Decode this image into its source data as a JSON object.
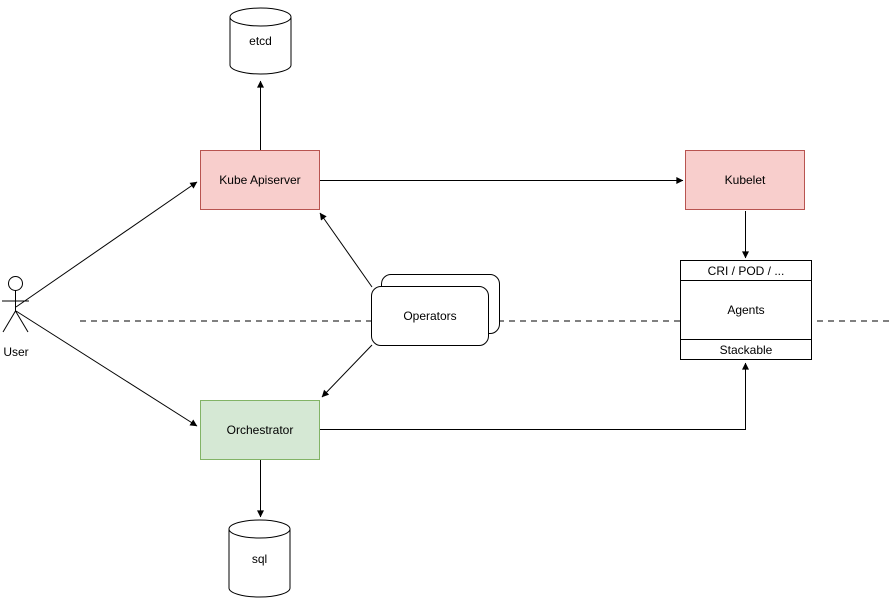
{
  "diagram": {
    "kind": "architecture-flowchart",
    "nodes": {
      "etcd": {
        "label": "etcd",
        "shape": "cylinder",
        "fill": "#ffffff",
        "stroke": "#000000"
      },
      "kube_apiserver": {
        "label": "Kube Apiserver",
        "shape": "rectangle",
        "fill": "#f8cecc",
        "stroke": "#b85450"
      },
      "kubelet": {
        "label": "Kubelet",
        "shape": "rectangle",
        "fill": "#f8cecc",
        "stroke": "#b85450"
      },
      "operators": {
        "label": "Operators",
        "shape": "stacked-rounded-rectangle",
        "fill": "#ffffff",
        "stroke": "#000000"
      },
      "orchestrator": {
        "label": "Orchestrator",
        "shape": "rectangle",
        "fill": "#d5e8d4",
        "stroke": "#82b366"
      },
      "agents": {
        "header": "CRI / POD / ...",
        "body": "Agents",
        "footer": "Stackable",
        "shape": "stack-rectangle",
        "fill": "#ffffff",
        "stroke": "#000000"
      },
      "sql": {
        "label": "sql",
        "shape": "cylinder",
        "fill": "#ffffff",
        "stroke": "#000000"
      },
      "user": {
        "label": "User",
        "shape": "actor",
        "stroke": "#000000"
      }
    },
    "edges": [
      {
        "from": "user",
        "to": "kube_apiserver",
        "style": "solid-arrow"
      },
      {
        "from": "user",
        "to": "orchestrator",
        "style": "solid-arrow"
      },
      {
        "from": "kube_apiserver",
        "to": "etcd",
        "style": "solid-arrow"
      },
      {
        "from": "kube_apiserver",
        "to": "kubelet",
        "style": "solid-arrow"
      },
      {
        "from": "kubelet",
        "to": "agents",
        "style": "solid-arrow"
      },
      {
        "from": "operators",
        "to": "kube_apiserver",
        "style": "solid-arrow"
      },
      {
        "from": "operators",
        "to": "orchestrator",
        "style": "solid-arrow"
      },
      {
        "from": "orchestrator",
        "to": "sql",
        "style": "solid-arrow"
      },
      {
        "from": "orchestrator",
        "to": "agents",
        "style": "solid-arrow-elbow"
      }
    ],
    "separator": {
      "style": "dashed-horizontal-line",
      "color": "#000000"
    },
    "colors": {
      "red_fill": "#f8cecc",
      "red_stroke": "#b85450",
      "green_fill": "#d5e8d4",
      "green_stroke": "#82b366",
      "line": "#000000",
      "background": "#ffffff"
    }
  }
}
